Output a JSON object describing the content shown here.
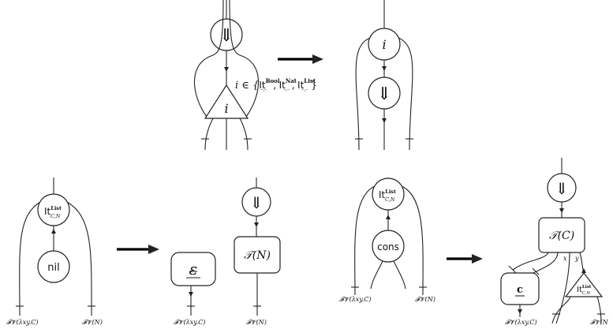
{
  "top": {
    "down_glyph": "⇓",
    "node_i": "i",
    "cond_prefix": "i ∈ {",
    "it": "It",
    "sub": "–,–",
    "bool": "Bool",
    "nat": "Nat",
    "list": "List",
    "comma": ",",
    "cond_suffix": "}"
  },
  "bottom_left": {
    "it_label": "It",
    "it_sup": "List",
    "it_sub": "C,N",
    "nil_label": "nil",
    "epsilon_label": "ε",
    "down_glyph": "⇓",
    "tau_label": "𝒯(N)",
    "fv_lambda": "𝓕𝓥(λxy.C)",
    "fv_n": "𝓕𝓥(N)"
  },
  "bottom_right": {
    "it_label": "It",
    "it_sup": "List",
    "it_sub": "C,N",
    "cons_label": "cons",
    "down_glyph": "⇓",
    "tau_label": "𝒯(C)",
    "c_label": "c",
    "x_label": "x",
    "y_label": "y",
    "fv_lambda": "𝓕𝓥(λxy.C)",
    "fv_n": "𝓕𝓥(N)",
    "fv_n_cut": "𝓕𝓥(N"
  }
}
